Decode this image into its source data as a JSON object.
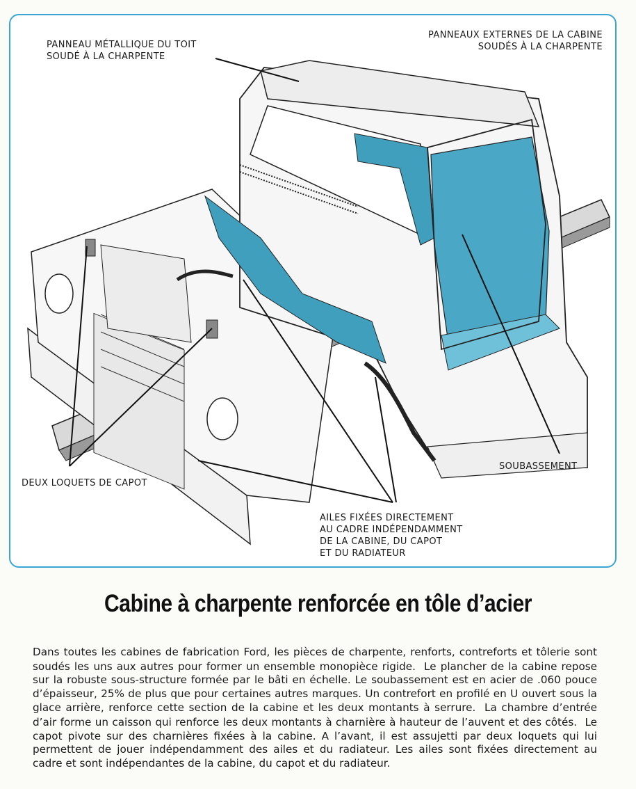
{
  "diagram": {
    "callouts": {
      "roof": "PANNEAU MÉTALLIQUE DU TOIT\nSOUDÉ À LA CHARPENTE",
      "panels": "PANNEAUX EXTERNES DE LA CABINE\nSOUDÉS À LA CHARPENTE",
      "floor": "SOUBASSEMENT",
      "latches": "DEUX LOQUETS DE CAPOT",
      "fenders": "AILES FIXÉES DIRECTEMENT\nAU CADRE INDÉPENDAMMENT\nDE LA CABINE, DU CAPOT\nET DU RADIATEUR"
    },
    "colors": {
      "frame": "#3aa6d6",
      "cab_interior": "#3f9fbd",
      "line": "#1a1a1a"
    }
  },
  "title": "Cabine à charpente renforcée en tôle d’acier",
  "paragraph": [
    "Dans toutes les cabines de fabrication Ford, les pièces de charpente, renforts, contreforts et tôlerie sont soudés les uns aux autres pour former un ensemble monopièce rigide.",
    "Le plancher de la cabine repose sur la robuste sous-structure formée par le bâti en échelle. Le soubassement est en acier de .060 pouce d’épaisseur, 25% de plus que pour certaines autres marques. Un contrefort en profilé en U ouvert sous la glace arrière, renforce cette section de la cabine et les deux montants à serrure.",
    "La chambre d’entrée d’air forme un caisson qui renforce les deux montants à charnière à hauteur de l’auvent et des côtés.",
    "Le capot pivote sur des charnières fixées à la cabine. A l’avant, il est assujetti par deux loquets qui lui permettent de jouer indépendamment des ailes et du radiateur. Les ailes sont fixées directement au cadre et sont indépendantes de la cabine, du capot et du radiateur."
  ]
}
